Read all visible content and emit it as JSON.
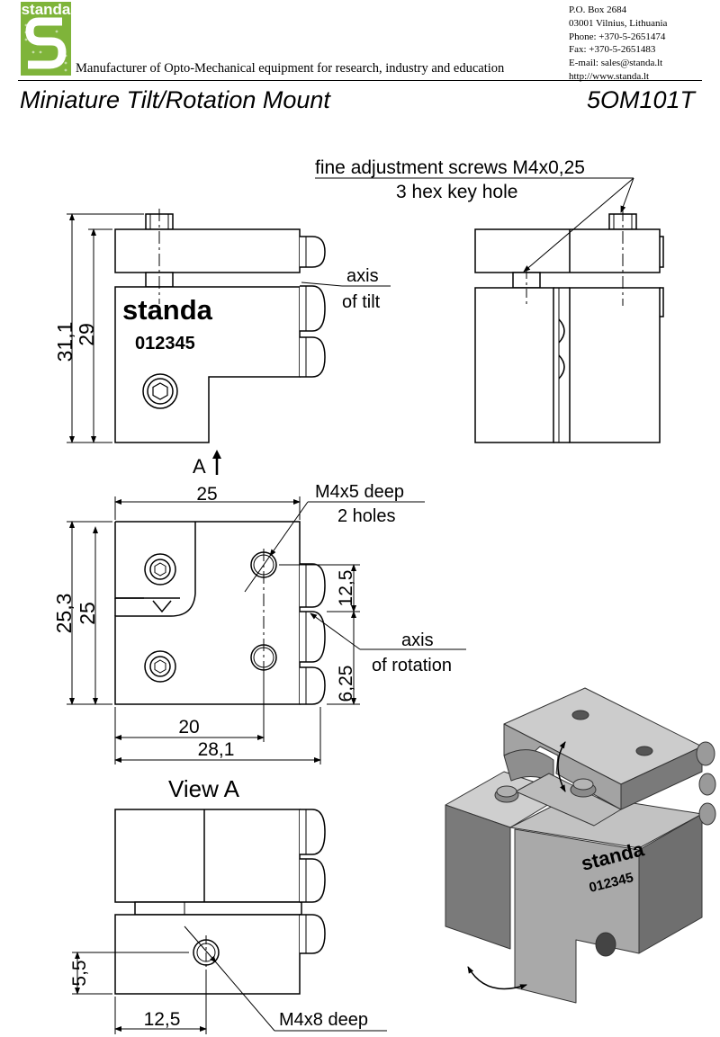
{
  "header": {
    "logo_text": "standa",
    "tagline": "Manufacturer of Opto-Mechanical equipment for research, industry and education",
    "contact": [
      "P.O. Box 2684",
      "03001 Vilnius, Lithuania",
      "Phone: +370-5-2651474",
      "Fax: +370-5-2651483",
      "E-mail: sales@standa.lt",
      "http://www.standa.lt"
    ]
  },
  "product": {
    "title": "Miniature Tilt/Rotation Mount",
    "code": "5OM101T"
  },
  "front_view": {
    "dim_overall_height": "31,1",
    "dim_body_height": "29",
    "label_axis_of_tilt_1": "axis",
    "label_axis_of_tilt_2": "of tilt",
    "brand_marking": "standa",
    "serial_marking": "012345",
    "view_arrow_label": "A"
  },
  "side_view": {
    "callout_line1": "fine adjustment screws M4x0,25",
    "callout_line2": "3 hex key hole"
  },
  "top_view": {
    "dim_width_top": "25",
    "callout_holes_1": "M4x5 deep",
    "callout_holes_2": "2 holes",
    "dim_height_outer": "25,3",
    "dim_height_inner": "25",
    "dim_hole_spacing": "12,5",
    "dim_hole_offset": "6,25",
    "label_axis_rotation_1": "axis",
    "label_axis_rotation_2": "of rotation",
    "dim_hole_x": "20",
    "dim_overall_width": "28,1"
  },
  "view_a": {
    "title": "View A",
    "dim_hole_height": "5,5",
    "dim_hole_x": "12,5",
    "callout_hole": "M4x8 deep"
  },
  "iso_view": {
    "brand_marking": "standa",
    "serial_marking": "012345"
  },
  "colors": {
    "brand_green": "#7fb43a",
    "iso_face_light": "#c9c9c9",
    "iso_face_mid": "#a3a3a3",
    "iso_face_dark": "#6e6e6e"
  }
}
